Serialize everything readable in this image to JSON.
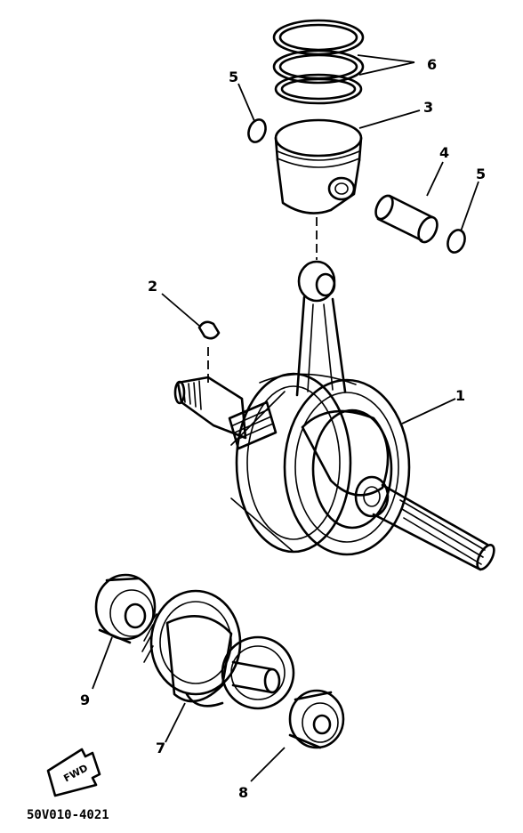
{
  "callouts": {
    "c1": "1",
    "c2": "2",
    "c3": "3",
    "c4": "4",
    "c5a": "5",
    "c5b": "5",
    "c6": "6",
    "c7": "7",
    "c8": "8",
    "c9": "9"
  },
  "fwd_label": "FWD",
  "drawing_code": "50V010-4021"
}
